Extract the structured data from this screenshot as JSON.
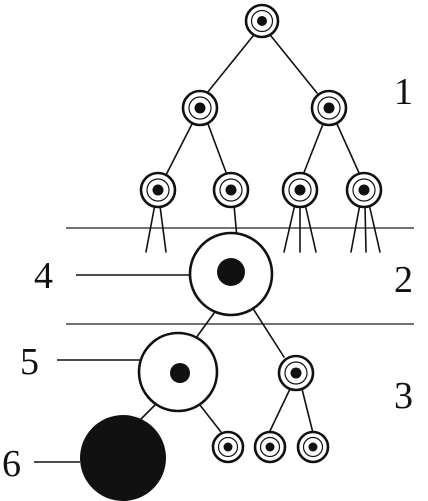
{
  "zone_labels": {
    "zone1": "1",
    "zone2": "2",
    "zone3": "3"
  },
  "callouts": {
    "c4": "4",
    "c5": "5",
    "c6": "6"
  },
  "colors": {
    "ink": "#111111",
    "background": "#ffffff"
  }
}
